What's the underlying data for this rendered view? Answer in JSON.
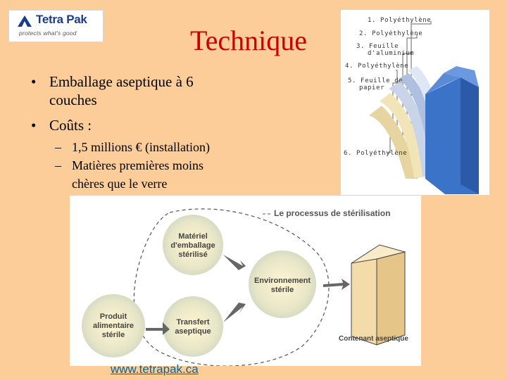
{
  "logo": {
    "brand": "Tetra Pak",
    "tagline": "protects what's good"
  },
  "slide": {
    "title": "Technique"
  },
  "bullets": [
    "Emballage aseptique à 6 couches",
    "Coûts :"
  ],
  "subbullets": [
    "1,5 millions € (installation)",
    "Matières premières moins chères que le verre"
  ],
  "layers": {
    "l1": "1. Polyéthylène",
    "l2": "2. Polyéthylène",
    "l3a": "3. Feuille",
    "l3b": "d'aluminium",
    "l4": "4. Polyéthylène",
    "l5a": "5. Feuille de",
    "l5b": "papier",
    "l6": "6. Polyéthylène"
  },
  "process": {
    "title": "Le processus de stérilisation",
    "node1": [
      "Matériel",
      "d'emballage",
      "stérilisé"
    ],
    "node2": [
      "Environnement",
      "stérile"
    ],
    "node3": [
      "Produit",
      "alimentaire",
      "stérile"
    ],
    "node4": [
      "Transfert",
      "aseptique"
    ],
    "container": "Contenant aseptique"
  },
  "footer": {
    "url": "www.tetrapak.ca"
  },
  "colors": {
    "background": "#FCCC99",
    "title": "#CC0000",
    "link": "#006699",
    "carton": "#3a73c8"
  }
}
